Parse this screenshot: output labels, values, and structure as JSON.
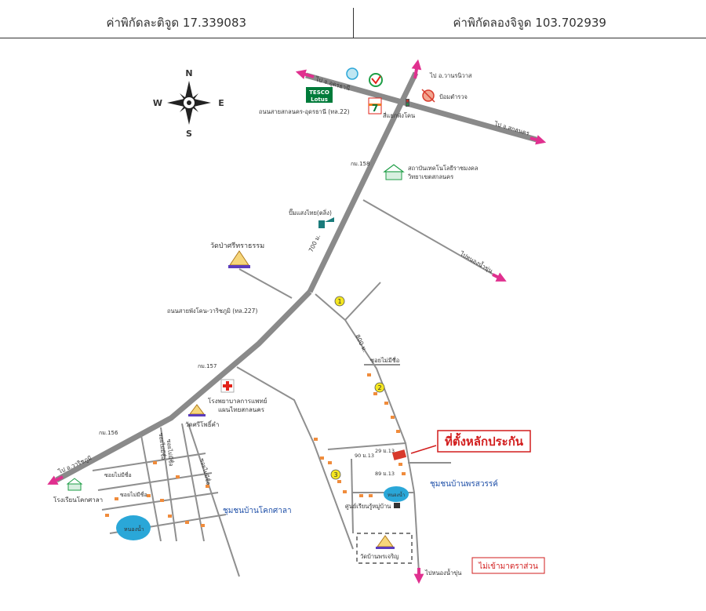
{
  "header": {
    "latitude_label": "ค่าพิกัดละติจูด 17.339083",
    "longitude_label": "ค่าพิกัดลองจิจูด 103.702939"
  },
  "compass": {
    "n": "N",
    "s": "S",
    "e": "E",
    "w": "W"
  },
  "labels": {
    "to_udon": "ไป จ.อุดรธานี",
    "to_wanon": "ไป อ.วานรนิวาส",
    "to_sakon": "ไป จ.สกลนคร",
    "to_sawang": "ไป อ.วาริชภูมิ",
    "to_nongnamkhun_east": "ไปหนองน้ำขุ่น",
    "to_nongnamkhun_south": "ไปหนองน้ำขุ่น",
    "tesco_line1": "TESCO",
    "tesco_line2": "Lotus",
    "seven_eleven": "7",
    "police": "ป้อมตำรวจ",
    "highway22": "ถนนสายสกลนคร-อุดรธานี (ทล.22)",
    "intersection": "สี่แยกพังโคน",
    "km158": "กม.158",
    "college_line1": "สถาบันเทคโนโลยีราชมงคล",
    "college_line2": "วิทยาเขตสกลนคร",
    "pttgas": "ปั๊มแสงไทย(ตลิ่ง)",
    "dist700": "700 ม.",
    "wat_sri": "วัดป่าศรีทราธรรม",
    "highway227": "ถนนสายพังโคน-วาริชภูมิ (ทล.227)",
    "dist800": "800 ม.",
    "soi_noname": "ซอยไม่มีชื่อ",
    "km157": "กม.157",
    "hospital_line1": "โรงพยาบาลการแพทย์",
    "hospital_line2": "แผนไทยสกลนคร",
    "wat_phothikham": "วัดศรีโพธิ์คำ",
    "km156": "กม.156",
    "target": "ที่ตั้งหลักประกัน",
    "village_bp": "ชุมชนบ้านพรสวรรค์",
    "village_kk": "ชุมชนบ้านโคกศาลา",
    "school": "โรงเรียนโคกศาลา",
    "house29": "29 ม.13",
    "house90": "90 ม.13",
    "house89": "89 ม.13",
    "pond1": "หนองน้ำ",
    "pond2": "หนองน้ำ",
    "center": "ศูนย์เรียนรู้หมู่บ้าน",
    "wat_pornjaroen": "วัดบ้านพรเจริญ",
    "soi_a": "ซอยไม่มีชื่อ",
    "soi_b": "ซอยไม่มีชื่อ",
    "soi_c": "ซอยไม่มีชื่อ",
    "soi_d": "ซอยไม่มีชื่อ",
    "soi_e": "ซอยไม่มีชื่อ",
    "no_pass": "ไม่เข้ามาตราส่วน",
    "m1": "1",
    "m2": "2",
    "m3": "3"
  },
  "colors": {
    "highway": "#8a8a8a",
    "road": "#8f8f8f",
    "arrow": "#e0308f",
    "target_text": "#d21d1d",
    "target_marker": "#d83a2c",
    "marker_yellow": "#f4e61f",
    "pond": "#2aa7d8",
    "house": "#f08c3c",
    "tesco_bg": "#007b3a",
    "seven_red": "#e2231a",
    "compass_fill": "#222222",
    "village_text": "#1e4fa8"
  },
  "icons": [
    "compass-icon",
    "tesco-lotus-logo",
    "seven-eleven-logo",
    "kasikorn-logo",
    "police-icon",
    "hospital-cross-icon",
    "temple-icon",
    "pond-icon",
    "house-icon",
    "gas-station-icon",
    "school-icon"
  ]
}
